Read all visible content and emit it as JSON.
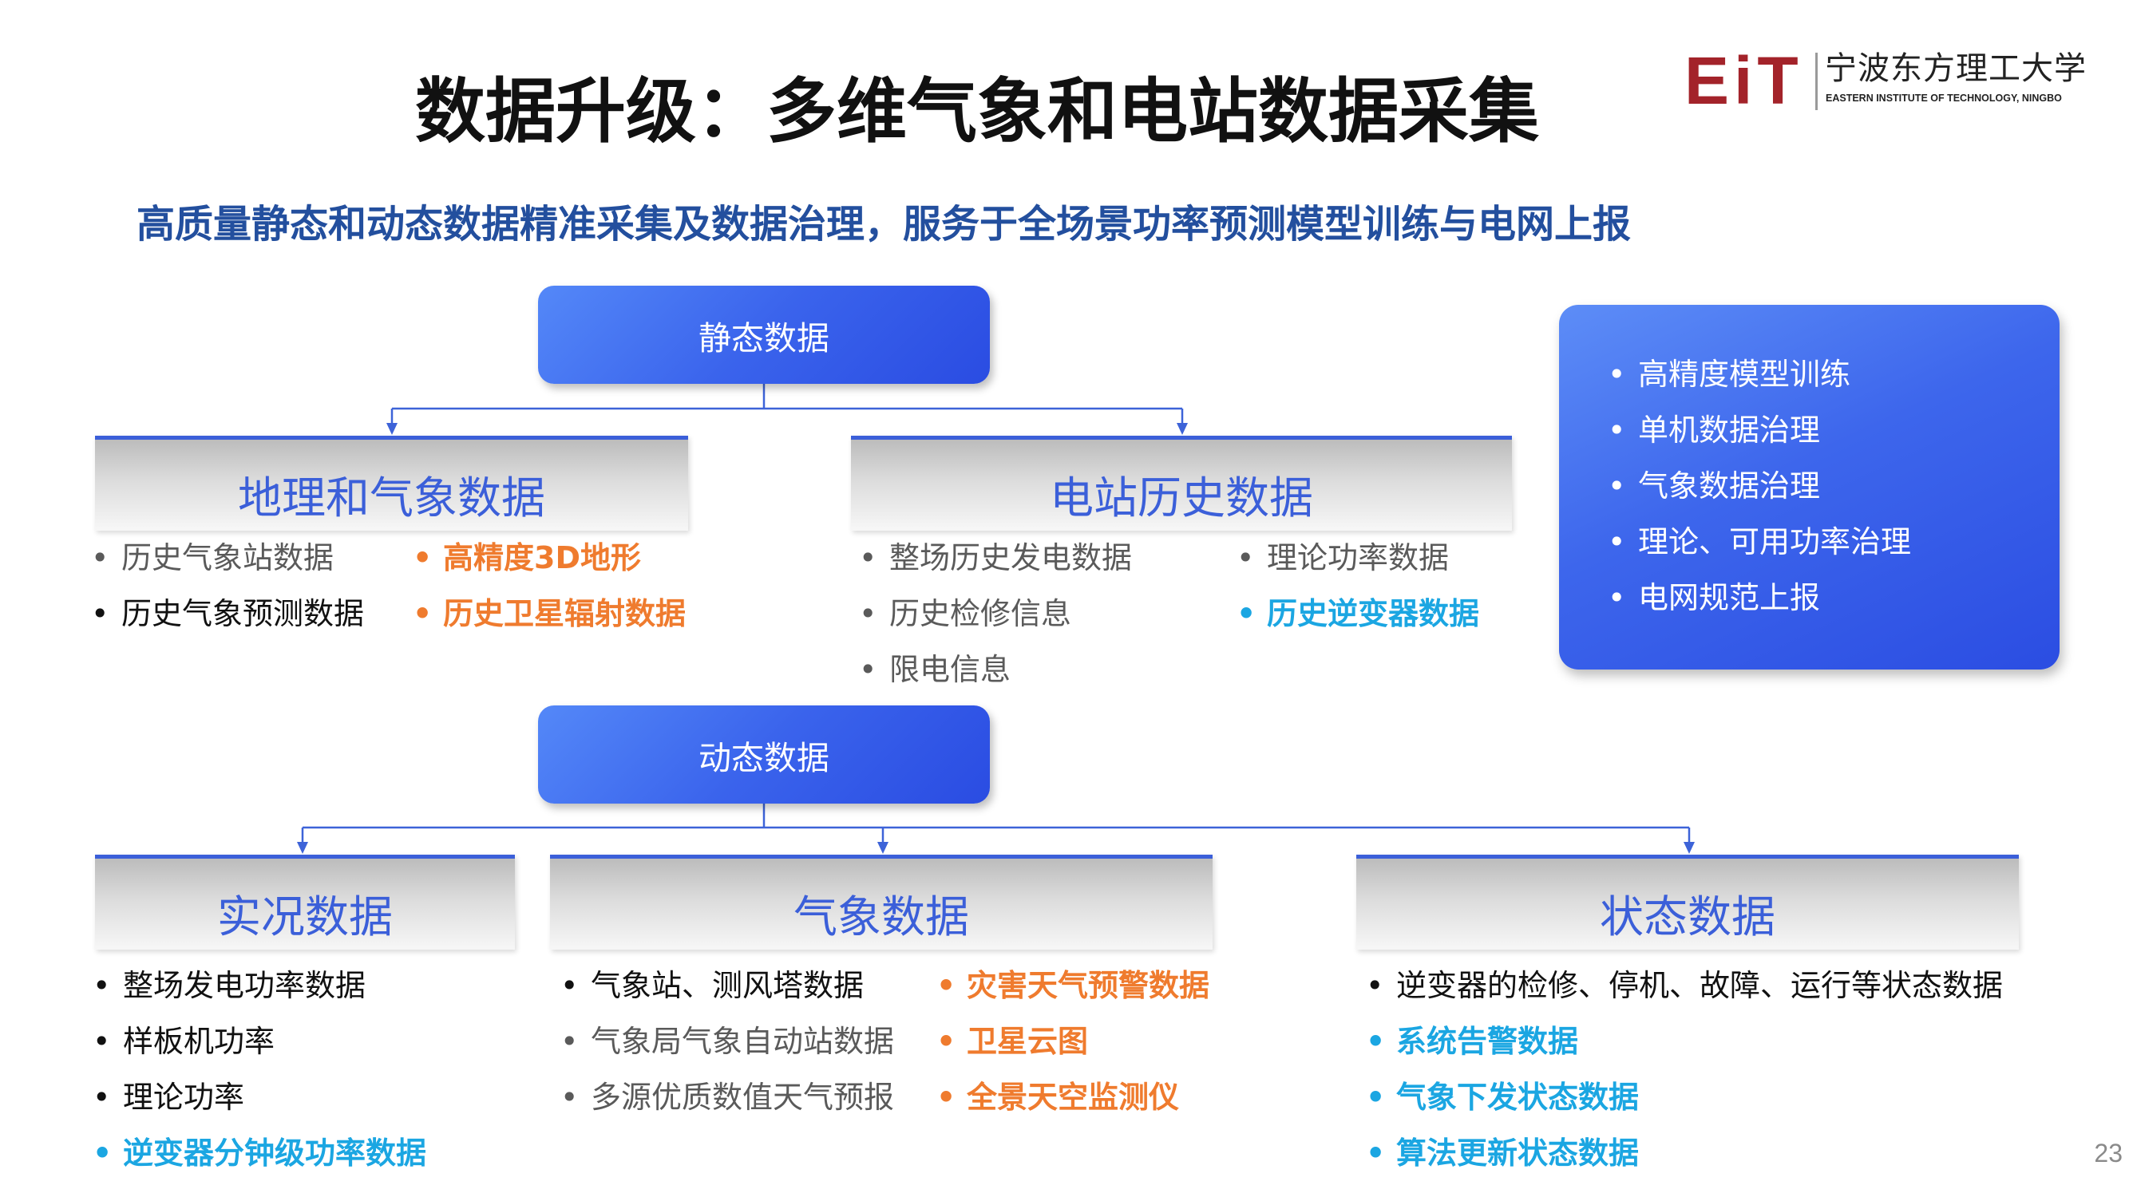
{
  "title": "数据升级：多维气象和电站数据采集",
  "subtitle": "高质量静态和动态数据精准采集及数据治理，服务于全场景功率预测模型训练与电网上报",
  "logo": {
    "mark": "EiT",
    "name_cn": "宁波东方理工大学",
    "name_en": "EASTERN INSTITUTE OF TECHNOLOGY, NINGBO"
  },
  "colors": {
    "accent_blue": "#3b5fd9",
    "subtitle_blue": "#234f9e",
    "orange": "#ef7b2e",
    "cyan": "#1ba6e2",
    "gray": "#5a5a5a",
    "black": "#111111",
    "logo_red": "#a3232a"
  },
  "static_data": {
    "label": "静态数据",
    "geo_weather": {
      "title": "地理和气象数据",
      "col1": [
        {
          "text": "历史气象站数据",
          "color": "#5a5a5a",
          "bold": false
        },
        {
          "text": "历史气象预测数据",
          "color": "#111111",
          "bold": false
        }
      ],
      "col2": [
        {
          "text": "高精度3D地形",
          "color": "#ef7b2e",
          "bold": true
        },
        {
          "text": "历史卫星辐射数据",
          "color": "#ef7b2e",
          "bold": true
        }
      ]
    },
    "plant_history": {
      "title": "电站历史数据",
      "col1": [
        {
          "text": "整场历史发电数据",
          "color": "#5a5a5a",
          "bold": false
        },
        {
          "text": "历史检修信息",
          "color": "#5a5a5a",
          "bold": false
        },
        {
          "text": "限电信息",
          "color": "#5a5a5a",
          "bold": false
        }
      ],
      "col2": [
        {
          "text": "理论功率数据",
          "color": "#5a5a5a",
          "bold": false
        },
        {
          "text": "历史逆变器数据",
          "color": "#1ba6e2",
          "bold": true
        }
      ]
    }
  },
  "dynamic_data": {
    "label": "动态数据",
    "realtime": {
      "title": "实况数据",
      "col1": [
        {
          "text": "整场发电功率数据",
          "color": "#111111",
          "bold": false
        },
        {
          "text": "样板机功率",
          "color": "#111111",
          "bold": false
        },
        {
          "text": "理论功率",
          "color": "#111111",
          "bold": false
        },
        {
          "text": "逆变器分钟级功率数据",
          "color": "#1ba6e2",
          "bold": true
        }
      ]
    },
    "weather": {
      "title": "气象数据",
      "col1": [
        {
          "text": "气象站、测风塔数据",
          "color": "#111111",
          "bold": false
        },
        {
          "text": "气象局气象自动站数据",
          "color": "#5a5a5a",
          "bold": false
        },
        {
          "text": "多源优质数值天气预报",
          "color": "#5a5a5a",
          "bold": false
        }
      ],
      "col2": [
        {
          "text": "灾害天气预警数据",
          "color": "#ef7b2e",
          "bold": true
        },
        {
          "text": "卫星云图",
          "color": "#ef7b2e",
          "bold": true
        },
        {
          "text": "全景天空监测仪",
          "color": "#ef7b2e",
          "bold": true
        }
      ]
    },
    "status": {
      "title": "状态数据",
      "col1": [
        {
          "text": "逆变器的检修、停机、故障、运行等状态数据",
          "color": "#111111",
          "bold": false
        },
        {
          "text": "系统告警数据",
          "color": "#1ba6e2",
          "bold": true
        },
        {
          "text": "气象下发状态数据",
          "color": "#1ba6e2",
          "bold": true
        },
        {
          "text": "算法更新状态数据",
          "color": "#1ba6e2",
          "bold": true
        }
      ]
    }
  },
  "side_panel": {
    "items": [
      "高精度模型训练",
      "单机数据治理",
      "气象数据治理",
      "理论、可用功率治理",
      "电网规范上报"
    ]
  },
  "page_number": "23"
}
